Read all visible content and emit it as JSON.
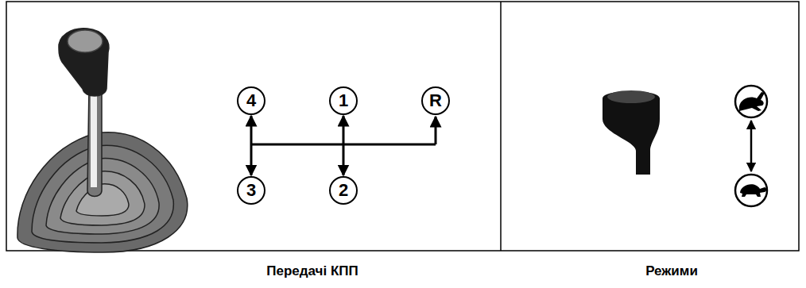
{
  "diagram": {
    "nodes": [
      {
        "text": [
          "4"
        ]
      },
      {
        "text": [
          "1"
        ]
      },
      {
        "text": [
          "R"
        ]
      },
      {
        "text": [
          "3"
        ]
      },
      {
        "text": [
          "2"
        ]
      }
    ],
    "edges": [
      {
        "from": 0,
        "to": 3,
        "arrow": "both"
      },
      {
        "from": 1,
        "to": 4,
        "arrow": "both"
      }
    ],
    "labels": [
      "Передачі КПП",
      "Режими"
    ]
  }
}
